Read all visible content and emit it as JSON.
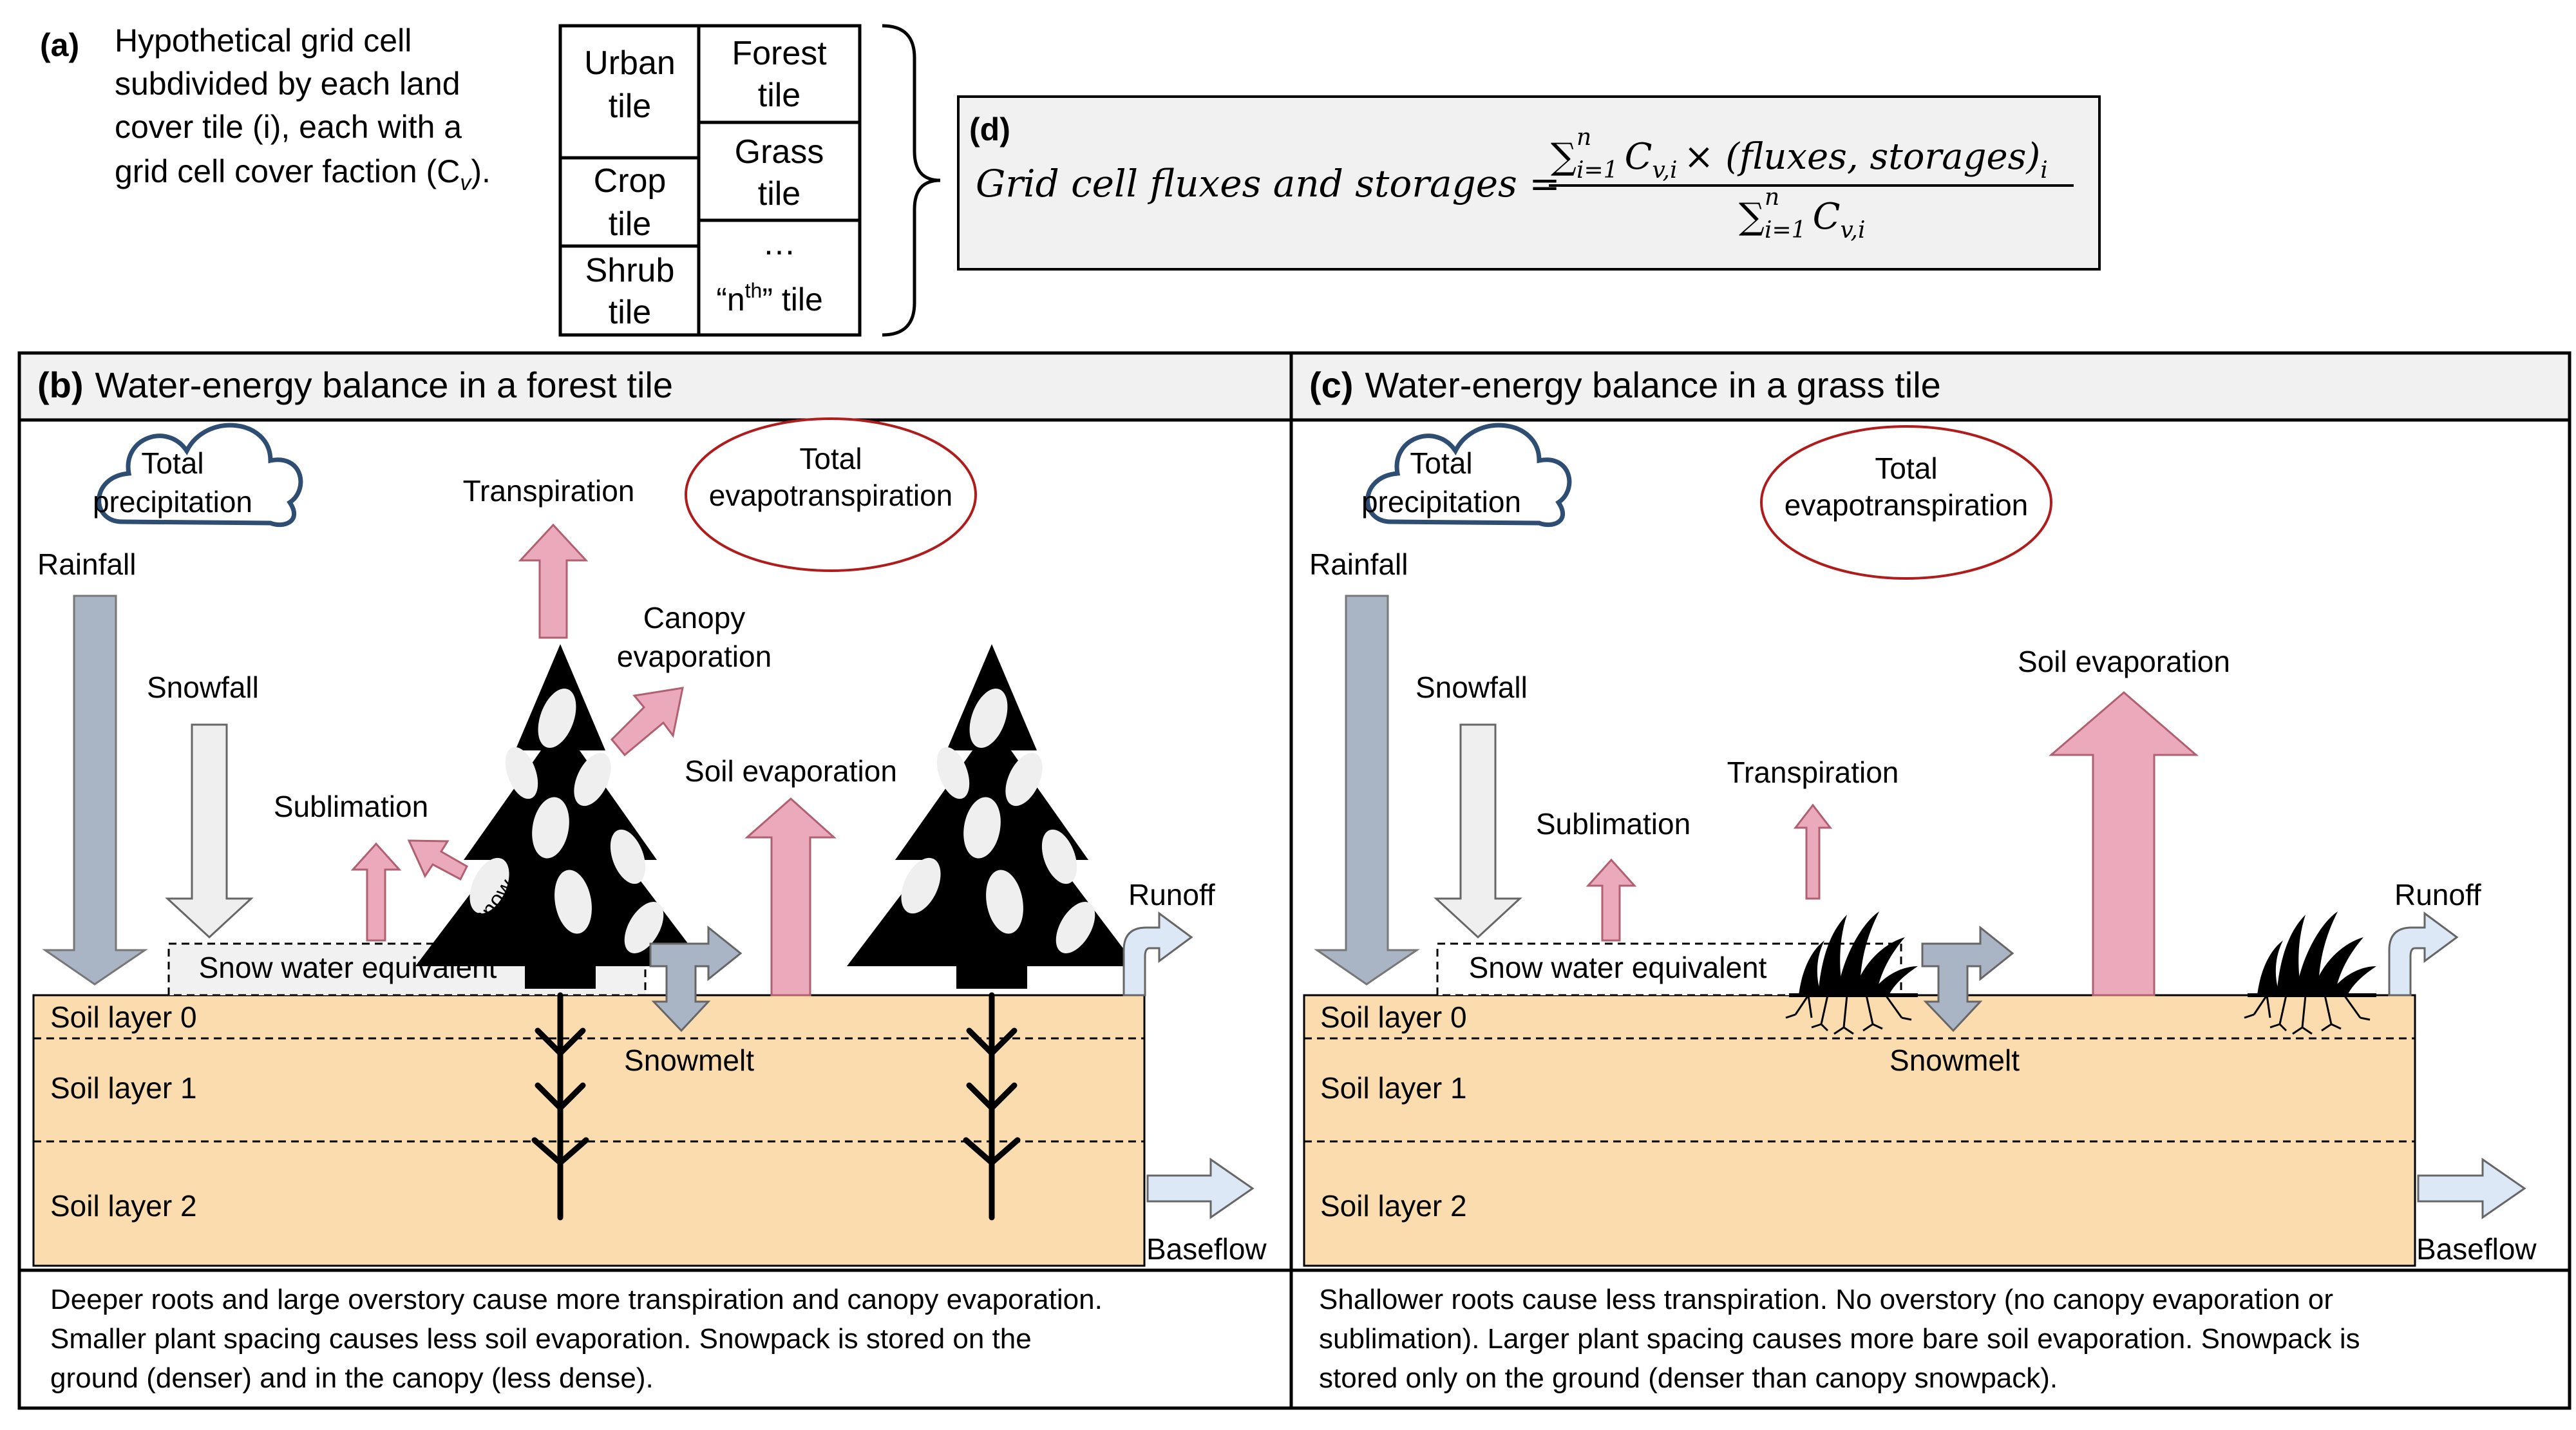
{
  "colors": {
    "rain_arrow": "#a9b4c4",
    "snow_arrow": "#efefef",
    "flux_arrow": "#eaaabb",
    "soil": "#fbdcae",
    "flow_arrow": "#dce8f6",
    "cloud_stroke": "#2e4d73",
    "ellipse_stroke": "#b01c1c",
    "box_fill": "#f1f1f1"
  },
  "panel_a": {
    "tag": "(a)",
    "lines": [
      "Hypothetical grid cell",
      "subdivided by each land",
      "cover tile (i), each with a",
      "grid cell cover faction (C"
    ],
    "subscript": "v",
    "tail": ").",
    "tiles": {
      "urban": [
        "Urban",
        "tile"
      ],
      "forest": [
        "Forest",
        "tile"
      ],
      "crop": [
        "Crop",
        "tile"
      ],
      "grass": [
        "Grass",
        "tile"
      ],
      "shrub": [
        "Shrub",
        "tile"
      ],
      "ellipsis": "…",
      "nth_open": "“n",
      "nth_sup": "th",
      "nth_close": "” tile"
    }
  },
  "panel_d": {
    "tag": "(d)",
    "lhs": "Grid cell fluxes and storages =",
    "num_sum": "∑",
    "num_limit_top": "n",
    "num_limit_bottom": "i=1",
    "num_var": "C",
    "num_var_sub": "v,i",
    "num_times": "× (fluxes, storages)",
    "num_tail_sub": "i",
    "den_sum": "∑",
    "den_limit_top": "n",
    "den_limit_bottom": "i=1",
    "den_var": "C",
    "den_var_sub": "v,i"
  },
  "panel_b": {
    "tag": "(b)",
    "title": "Water-energy balance in a forest tile",
    "cloud": [
      "Total",
      "precipitation"
    ],
    "ellipse": [
      "Total",
      "evapotranspiration"
    ],
    "rainfall": "Rainfall",
    "snowfall": "Snowfall",
    "transpiration": "Transpiration",
    "canopy_evap": [
      "Canopy",
      "evaporation"
    ],
    "sublimation": "Sublimation",
    "soil_evap": "Soil evaporation",
    "snow_label": "Snow",
    "swe": "Snow water equivalent",
    "runoff": "Runoff",
    "snowmelt": "Snowmelt",
    "baseflow": "Baseflow",
    "layers": [
      "Soil layer 0",
      "Soil layer 1",
      "Soil layer 2"
    ],
    "caption": [
      "Deeper roots and large overstory cause more transpiration and canopy evaporation.",
      "Smaller plant spacing causes less soil evaporation. Snowpack is stored on the",
      "ground (denser) and in the canopy (less dense)."
    ]
  },
  "panel_c": {
    "tag": "(c)",
    "title": "Water-energy balance in a grass tile",
    "cloud": [
      "Total",
      "precipitation"
    ],
    "ellipse": [
      "Total",
      "evapotranspiration"
    ],
    "rainfall": "Rainfall",
    "snowfall": "Snowfall",
    "sublimation": "Sublimation",
    "transpiration": "Transpiration",
    "soil_evap": "Soil evaporation",
    "swe": "Snow water equivalent",
    "runoff": "Runoff",
    "snowmelt": "Snowmelt",
    "baseflow": "Baseflow",
    "layers": [
      "Soil layer 0",
      "Soil layer 1",
      "Soil layer 2"
    ],
    "caption": [
      "Shallower roots cause less transpiration. No overstory (no canopy evaporation or",
      "sublimation). Larger plant spacing causes more bare soil evaporation. Snowpack is",
      "stored only on the ground (denser than canopy snowpack)."
    ]
  }
}
